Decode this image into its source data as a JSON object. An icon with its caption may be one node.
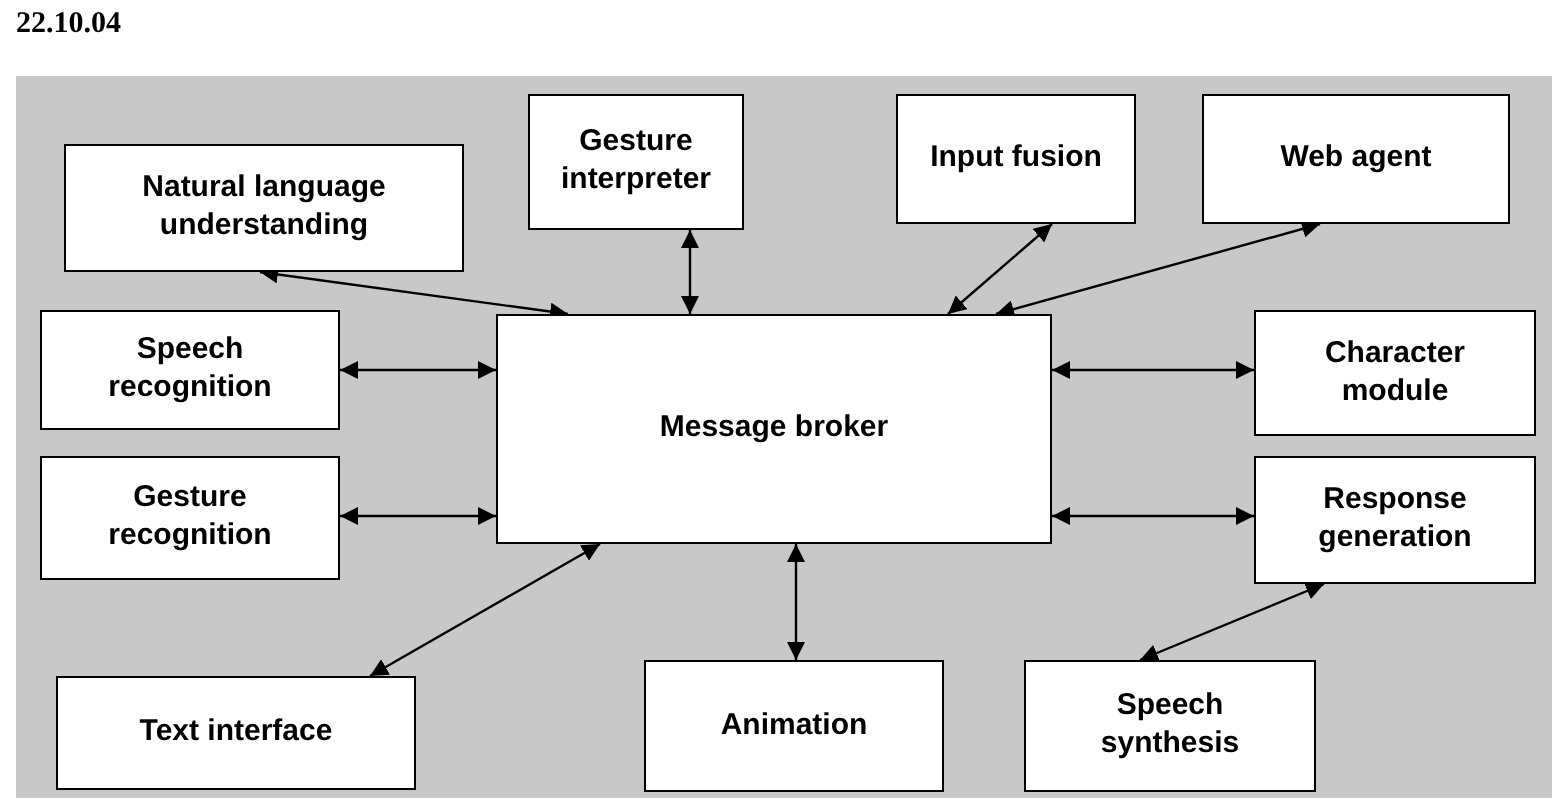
{
  "diagram": {
    "title": "22.10.04",
    "nodes": [
      {
        "text": [
          "Message broker"
        ]
      },
      {
        "text": [
          "Natural language understanding"
        ]
      },
      {
        "text": [
          "Gesture interpreter"
        ]
      },
      {
        "text": [
          "Input fusion"
        ]
      },
      {
        "text": [
          "Web agent"
        ]
      },
      {
        "text": [
          "Speech recognition"
        ]
      },
      {
        "text": [
          "Character module"
        ]
      },
      {
        "text": [
          "Gesture recognition"
        ]
      },
      {
        "text": [
          "Response generation"
        ]
      },
      {
        "text": [
          "Text interface"
        ]
      },
      {
        "text": [
          "Animation"
        ]
      },
      {
        "text": [
          "Speech synthesis"
        ]
      }
    ],
    "edges": [
      {
        "from": 1,
        "to": 0,
        "arrow": "both"
      },
      {
        "from": 2,
        "to": 0,
        "arrow": "both"
      },
      {
        "from": 0,
        "to": 3,
        "arrow": "both"
      },
      {
        "from": 0,
        "to": 4,
        "arrow": "both"
      },
      {
        "from": 5,
        "to": 0,
        "arrow": "both"
      },
      {
        "from": 0,
        "to": 6,
        "arrow": "both"
      },
      {
        "from": 7,
        "to": 0,
        "arrow": "both"
      },
      {
        "from": 0,
        "to": 8,
        "arrow": "both"
      },
      {
        "from": 9,
        "to": 0,
        "arrow": "both"
      },
      {
        "from": 0,
        "to": 10,
        "arrow": "both"
      },
      {
        "from": 11,
        "to": 8,
        "arrow": "both"
      }
    ]
  }
}
